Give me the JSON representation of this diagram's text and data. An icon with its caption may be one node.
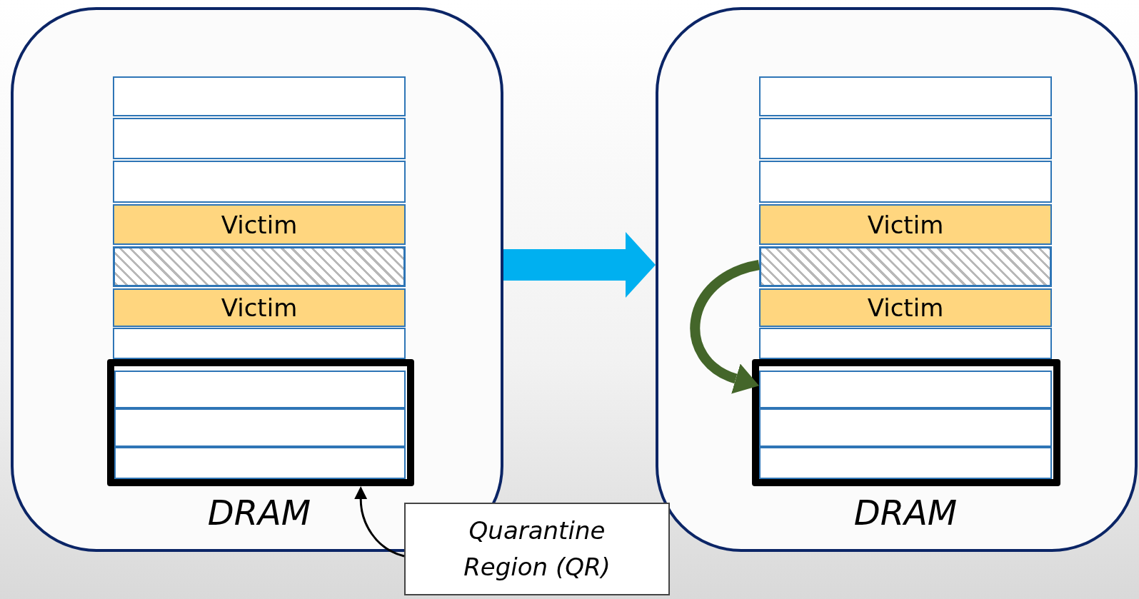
{
  "diagram": {
    "nodes": [
      {
        "text": [
          "DRAM"
        ]
      },
      {
        "text": [],
        "shape": "bar",
        "in": 0
      },
      {
        "text": [],
        "shape": "bar",
        "in": 0
      },
      {
        "text": [],
        "shape": "bar",
        "in": 0
      },
      {
        "text": [
          "Victim"
        ],
        "in": 0
      },
      {
        "text": [],
        "shape": "bar",
        "in": 0
      },
      {
        "text": [
          "Victim"
        ],
        "in": 0
      },
      {
        "text": [],
        "shape": "bar",
        "in": 0
      },
      {
        "text": [],
        "shape": "box",
        "in": 0
      },
      {
        "text": [],
        "shape": "bar",
        "in": 8
      },
      {
        "text": [],
        "shape": "bar",
        "in": 8
      },
      {
        "text": [],
        "shape": "bar",
        "in": 8
      },
      {
        "text": [
          "DRAM"
        ]
      },
      {
        "text": [],
        "shape": "bar",
        "in": 12
      },
      {
        "text": [],
        "shape": "bar",
        "in": 12
      },
      {
        "text": [],
        "shape": "bar",
        "in": 12
      },
      {
        "text": [
          "Victim"
        ],
        "in": 12
      },
      {
        "text": [],
        "shape": "bar",
        "in": 12
      },
      {
        "text": [
          "Victim"
        ],
        "in": 12
      },
      {
        "text": [],
        "shape": "bar",
        "in": 12
      },
      {
        "text": [],
        "shape": "box",
        "in": 12
      },
      {
        "text": [],
        "shape": "bar",
        "in": 20
      },
      {
        "text": [],
        "shape": "bar",
        "in": 20
      },
      {
        "text": [],
        "shape": "bar",
        "in": 20
      },
      {
        "text": [
          "Quarantine Region (QR)"
        ]
      }
    ],
    "edges": [
      {
        "from": 0,
        "to": 12,
        "arrow": "to",
        "style": "thick",
        "color": "#00b0f0"
      },
      {
        "from": 17,
        "to": 21,
        "arrow": "to",
        "color": "#44662a"
      },
      {
        "from": 24,
        "to": 8,
        "arrow": "to",
        "color": "#000000"
      }
    ]
  }
}
